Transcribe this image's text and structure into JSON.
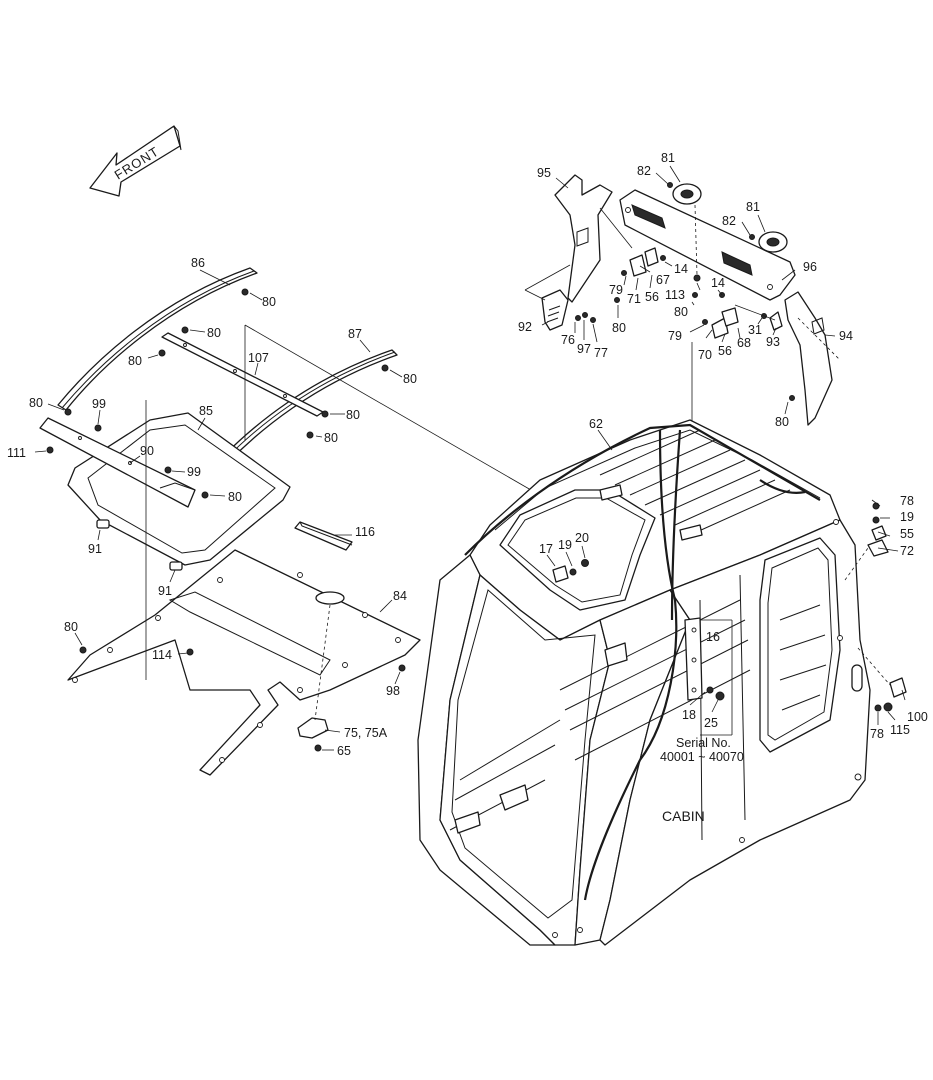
{
  "diagram": {
    "front_label": "FRONT",
    "cabin_label": "CABIN",
    "serial_label": "Serial No.",
    "serial_range": "40001 ~ 40070",
    "callouts": {
      "c86": "86",
      "c80a": "80",
      "c80b": "80",
      "c80c": "80",
      "c87": "87",
      "c80d": "80",
      "c107": "107",
      "c80e": "80",
      "c99a": "99",
      "c85": "85",
      "c80f": "80",
      "c80g": "80",
      "c111": "111",
      "c90": "90",
      "c99b": "99",
      "c80h": "80",
      "c91a": "91",
      "c116": "116",
      "c91b": "91",
      "c84": "84",
      "c80i": "80",
      "c114": "114",
      "c98": "98",
      "c75": "75, 75A",
      "c65": "65",
      "c95": "95",
      "c81a": "81",
      "c82a": "82",
      "c81b": "81",
      "c82b": "82",
      "c96": "96",
      "c14a": "14",
      "c67": "67",
      "c79a": "79",
      "c71": "71",
      "c56a": "56",
      "c113": "113",
      "c14b": "14",
      "c92": "92",
      "c80j": "80",
      "c80k": "80",
      "c76": "76",
      "c97": "97",
      "c77": "77",
      "c79b": "79",
      "c70": "70",
      "c56b": "56",
      "c68": "68",
      "c31": "31",
      "c93": "93",
      "c94": "94",
      "c80l": "80",
      "c62": "62",
      "c17": "17",
      "c19a": "19",
      "c20": "20",
      "c16": "16",
      "c18": "18",
      "c25": "25",
      "c78a": "78",
      "c19b": "19",
      "c55": "55",
      "c72": "72",
      "c100": "100",
      "c78b": "78",
      "c115": "115"
    }
  }
}
